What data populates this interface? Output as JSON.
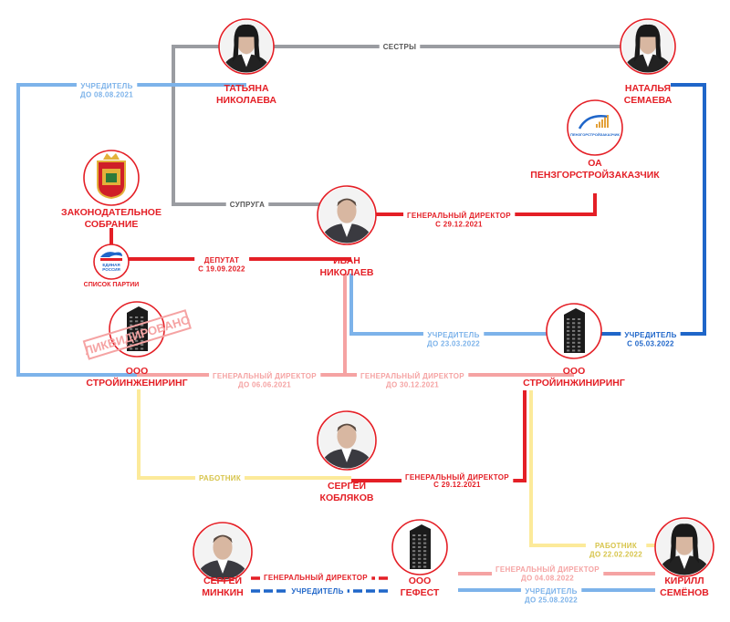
{
  "nodes": {
    "tatyana": {
      "name": [
        "ТАТЬЯНА",
        "НИКОЛАЕВА"
      ],
      "icon": "person-photo"
    },
    "natalya": {
      "name": [
        "НАТАЛЬЯ",
        "СЕМАЕВА"
      ],
      "icon": "person-photo"
    },
    "ivan": {
      "name": [
        "ИВАН",
        "НИКОЛАЕВ"
      ],
      "icon": "person-photo"
    },
    "sergey_koblyakov": {
      "name": [
        "СЕРГЕЙ",
        "КОБЛЯКОВ"
      ],
      "icon": "person-photo"
    },
    "sergey_minkin": {
      "name": [
        "СЕРГЕЙ",
        "МИНКИН"
      ],
      "icon": "person-photo"
    },
    "kirill": {
      "name": [
        "КИРИЛЛ",
        "СЕМЁНОВ"
      ],
      "icon": "person-photo"
    },
    "zs": {
      "name": [
        "ЗАКОНОДАТЕЛЬНОЕ",
        "СОБРАНИЕ"
      ],
      "icon": "coat-of-arms"
    },
    "party": {
      "caption": "СПИСОК ПАРТИИ",
      "logo_text": [
        "ЕДИНАЯ",
        "РОССИЯ"
      ],
      "icon": "party-logo"
    },
    "pgsz": {
      "name": [
        "ОА",
        "ПЕНЗГОРСТРОЙЗАКАЗЧИК"
      ],
      "logo_text": "ПЕНЗГОРСТРОЙЗАКАЗЧИК",
      "icon": "company-logo"
    },
    "si_old": {
      "name": [
        "ООО",
        "СТРОЙИНЖЕНИРИНГ"
      ],
      "stamp": "ЛИКВИДИРОВАНО",
      "icon": "building-icon"
    },
    "si_new": {
      "name": [
        "ООО",
        "СТРОЙИНЖИНИРИНГ"
      ],
      "icon": "building-icon"
    },
    "gefest": {
      "name": [
        "ООО",
        "ГЕФЕСТ"
      ],
      "icon": "building-icon"
    }
  },
  "edges": {
    "sisters": {
      "label": [
        "СЕСТРЫ"
      ]
    },
    "spouse": {
      "label": [
        "СУПРУГА"
      ]
    },
    "tatyana_founder": {
      "label": [
        "УЧРЕДИТЕЛЬ",
        "ДО 08.08.2021"
      ]
    },
    "ivan_pgsz": {
      "label": [
        "ГЕНЕРАЛЬНЫЙ ДИРЕКТОР",
        "С 29.12.2021"
      ]
    },
    "ivan_deputy": {
      "label": [
        "ДЕПУТАТ",
        "С 19.09.2022"
      ]
    },
    "ivan_founder_si": {
      "label": [
        "УЧРЕДИТЕЛЬ",
        "ДО 23.03.2022"
      ]
    },
    "natalya_founder_si": {
      "label": [
        "УЧРЕДИТЕЛЬ",
        "С 05.03.2022"
      ]
    },
    "gd_old": {
      "label": [
        "ГЕНЕРАЛЬНЫЙ ДИРЕКТОР",
        "ДО 06.06.2021"
      ]
    },
    "gd_new": {
      "label": [
        "ГЕНЕРАЛЬНЫЙ ДИРЕКТОР",
        "ДО 30.12.2021"
      ]
    },
    "koblyakov_worker": {
      "label": [
        "РАБОТНИК"
      ]
    },
    "koblyakov_gd": {
      "label": [
        "ГЕНЕРАЛЬНЫЙ ДИРЕКТОР",
        "С 29.12.2021"
      ]
    },
    "kirill_worker": {
      "label": [
        "РАБОТНИК",
        "ДО 22.02.2022"
      ]
    },
    "minkin_gd": {
      "label": [
        "ГЕНЕРАЛЬНЫЙ ДИРЕКТОР"
      ]
    },
    "minkin_founder": {
      "label": [
        "УЧРЕДИТЕЛЬ"
      ]
    },
    "kirill_gd": {
      "label": [
        "ГЕНЕРАЛЬНЫЙ ДИРЕКТОР",
        "ДО 04.08.2022"
      ]
    },
    "kirill_founder": {
      "label": [
        "УЧРЕДИТЕЛЬ",
        "ДО 25.08.2022"
      ]
    }
  },
  "colors": {
    "red": "#e41f26",
    "pink": "#f5a3a3",
    "gray": "#9a9ca1",
    "light_blue": "#7db3ea",
    "blue": "#1f66c9",
    "yellow": "#fcea9a"
  }
}
